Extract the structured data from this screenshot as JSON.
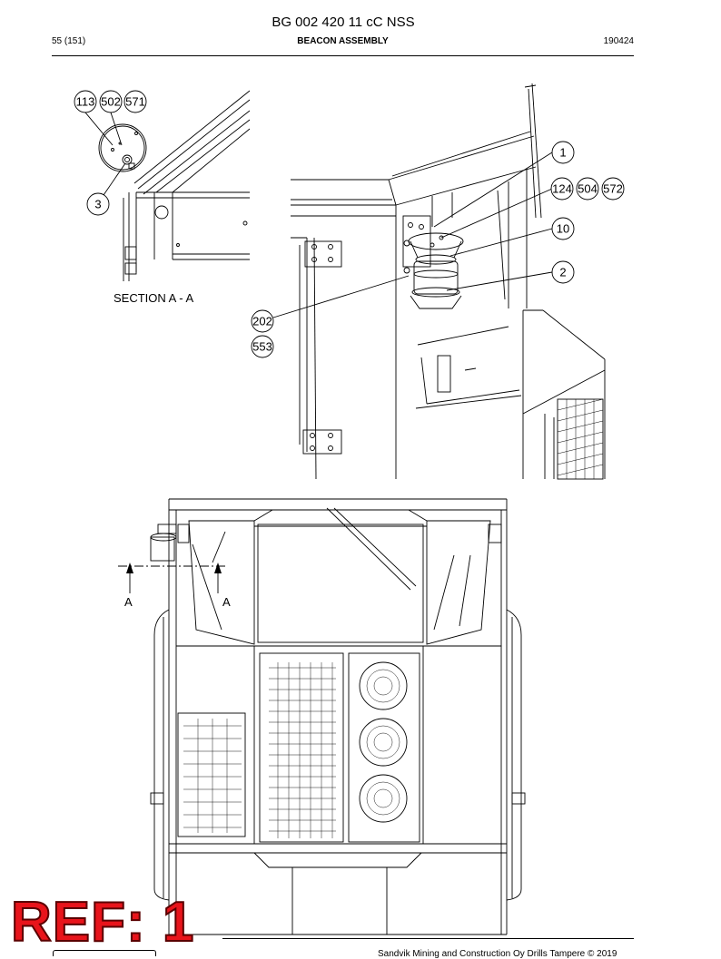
{
  "document": {
    "title": "BG 002 420 11 cC NSS",
    "page_ref": "55 (151)",
    "section_title": "BEACON ASSEMBLY",
    "date_code": "190424",
    "footer_text": "Sandvik Mining and Construction Oy Drills Tampere © 2019",
    "ref_stamp": "REF: 1"
  },
  "detail_view": {
    "section_label": "SECTION A - A",
    "callouts": [
      "113",
      "502",
      "571",
      "3"
    ]
  },
  "iso_view": {
    "callouts": [
      "1",
      "124",
      "504",
      "572",
      "10",
      "2",
      "202",
      "553"
    ]
  },
  "rear_view": {
    "section_marks": [
      "A",
      "A"
    ]
  }
}
